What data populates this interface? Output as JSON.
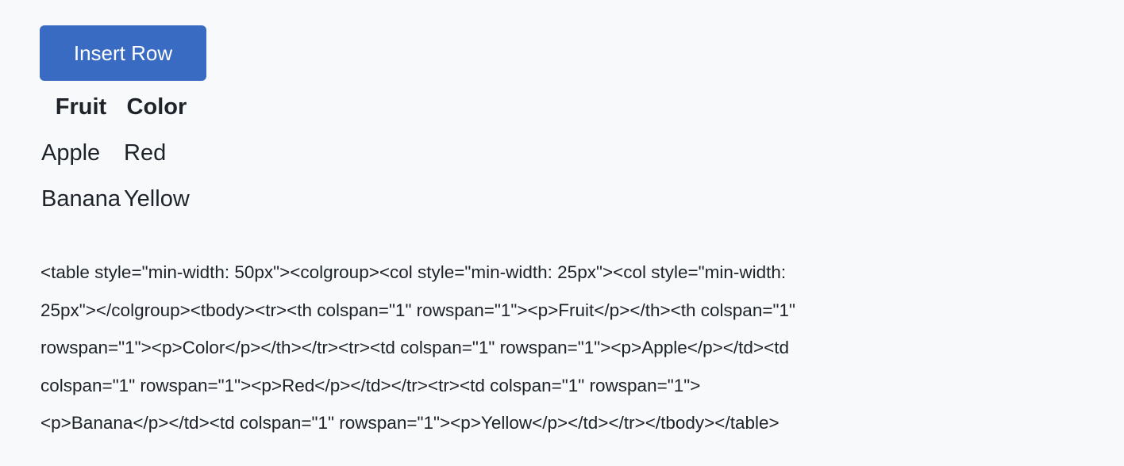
{
  "toolbar": {
    "insert_row_label": "Insert Row"
  },
  "table": {
    "headers": [
      "Fruit",
      "Color"
    ],
    "rows": [
      [
        "Apple",
        "Red"
      ],
      [
        "Banana",
        "Yellow"
      ]
    ]
  },
  "html_output": {
    "lines": [
      "<table style=\"min-width: 50px\"><colgroup><col style=\"min-width: 25px\"><col style=\"min-width:",
      "25px\"></colgroup><tbody><tr><th colspan=\"1\" rowspan=\"1\"><p>Fruit</p></th><th colspan=\"1\"",
      "rowspan=\"1\"><p>Color</p></th></tr><tr><td colspan=\"1\" rowspan=\"1\"><p>Apple</p></td><td",
      "colspan=\"1\" rowspan=\"1\"><p>Red</p></td></tr><tr><td colspan=\"1\" rowspan=\"1\">",
      "<p>Banana</p></td><td colspan=\"1\" rowspan=\"1\"><p>Yellow</p></td></tr></tbody></table>"
    ]
  },
  "colors": {
    "accent": "#3a6bc2",
    "background": "#f8f9fb",
    "text": "#1e2329"
  }
}
